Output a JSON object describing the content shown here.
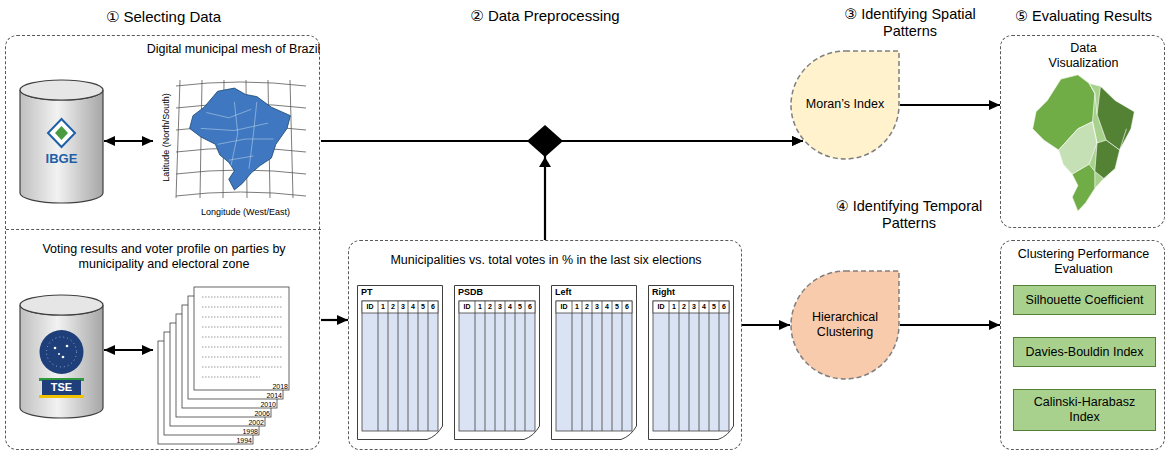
{
  "diagram": {
    "nodes": [
      {
        "text": [
          "① Selecting Data"
        ]
      },
      {
        "text": [
          "Digital municipal mesh of Brazil"
        ],
        "in": 0
      },
      {
        "text": [
          "IBGE"
        ],
        "in": 1
      },
      {
        "text": [
          "Latitude (North/South)",
          "Longitude (West/East)"
        ],
        "in": 1
      },
      {
        "text": [
          "Voting results and voter profile on parties by municipality and electoral zone"
        ],
        "in": 0
      },
      {
        "text": [
          "TSE"
        ],
        "in": 4
      },
      {
        "text": [
          "2018",
          "2014",
          "2010",
          "2006",
          "2002",
          "1998",
          "1994"
        ],
        "in": 4
      },
      {
        "text": [
          "Municipalities vs. total votes in % in the last six elections"
        ]
      },
      {
        "text": [
          "PT"
        ],
        "in": 7
      },
      {
        "text": [
          "PSDB"
        ],
        "in": 7
      },
      {
        "text": [
          "Left"
        ],
        "in": 7
      },
      {
        "text": [
          "Right"
        ],
        "in": 7
      },
      {
        "text": [
          "③ Identifying Spatial Patterns",
          "Moran’s Index"
        ]
      },
      {
        "text": [
          "④ Identifying Temporal Patterns",
          "Hierarchical Clustering"
        ]
      },
      {
        "text": [
          "⑤ Evaluating Results",
          "Data Visualization"
        ]
      },
      {
        "text": [
          "Clustering Performance Evaluation"
        ]
      },
      {
        "text": [
          "Silhouette Coefficient"
        ],
        "in": 15
      },
      {
        "text": [
          "Davies-Bouldin Index"
        ],
        "in": 15
      },
      {
        "text": [
          "Calinski-Harabasz Index"
        ],
        "in": 15
      }
    ],
    "edges": [
      {
        "from": 2,
        "to": 3,
        "arrow": "both"
      },
      {
        "from": 5,
        "to": 6,
        "arrow": "both"
      },
      {
        "from": 1,
        "to": 12,
        "arrow": "to"
      },
      {
        "from": 7,
        "to": 12,
        "arrow": "to"
      },
      {
        "from": 4,
        "to": 7,
        "arrow": "to"
      },
      {
        "from": 7,
        "to": 13,
        "arrow": "to"
      },
      {
        "from": 12,
        "to": 14,
        "arrow": "to"
      },
      {
        "from": 13,
        "to": 15,
        "arrow": "to"
      }
    ],
    "labels": [
      "② Data Preprocessing",
      "ID",
      "1",
      "2",
      "3",
      "4",
      "5",
      "6",
      "ID",
      "1",
      "2",
      "3",
      "4",
      "5",
      "6",
      "ID",
      "1",
      "2",
      "3",
      "4",
      "5",
      "6",
      "ID",
      "1",
      "2",
      "3",
      "4",
      "5",
      "6"
    ]
  }
}
